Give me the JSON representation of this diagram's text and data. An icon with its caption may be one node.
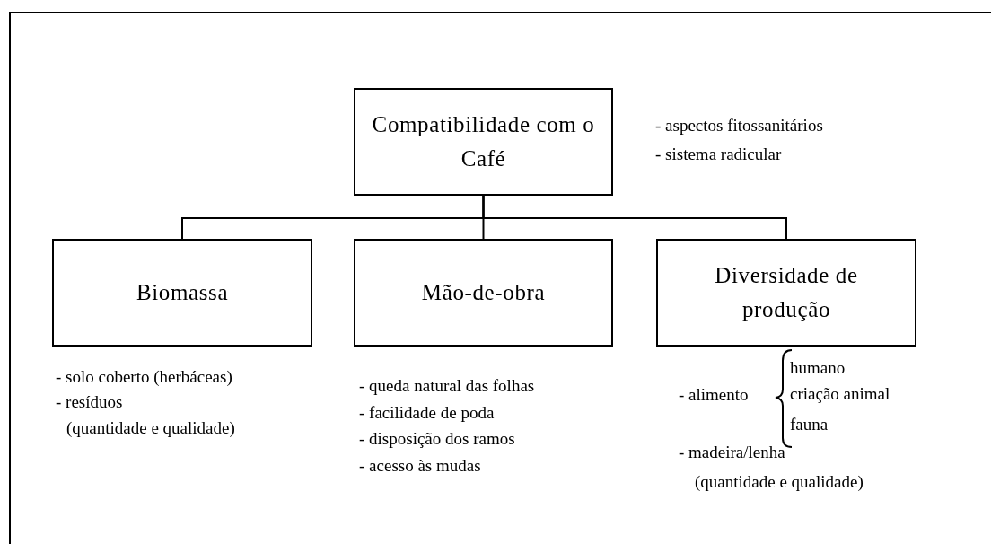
{
  "diagram": {
    "nodes": [
      {
        "text": [
          "Compatibilidade com o Café"
        ],
        "beside": [
          "- aspectos fitossanitários",
          "- sistema radicular"
        ]
      },
      {
        "text": [
          "Biomassa"
        ],
        "beside": [
          "- solo coberto (herbáceas)",
          "- resíduos",
          "(quantidade e qualidade)"
        ]
      },
      {
        "text": [
          "Mão-de-obra"
        ],
        "beside": [
          "- queda natural das folhas",
          "- facilidade de poda",
          "- disposição dos ramos",
          "- acesso às mudas"
        ]
      },
      {
        "text": [
          "Diversidade de produção"
        ],
        "beside": [
          "- alimento",
          "humano",
          "criação animal",
          "fauna",
          "- madeira/lenha",
          "(quantidade e qualidade)"
        ]
      }
    ],
    "edges": [
      {
        "from": 0,
        "to": 1,
        "arrow": "none"
      },
      {
        "from": 0,
        "to": 2,
        "arrow": "none"
      },
      {
        "from": 0,
        "to": 3,
        "arrow": "none"
      }
    ]
  }
}
